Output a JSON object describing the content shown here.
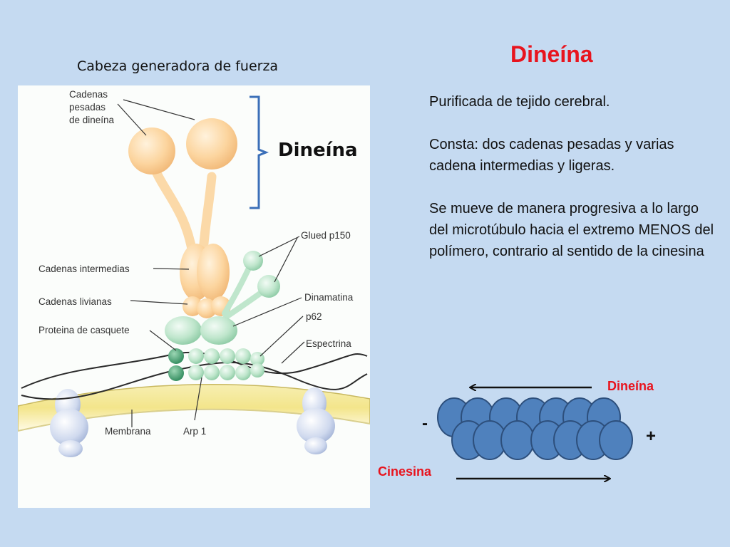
{
  "slide": {
    "title": "Dineína",
    "head_caption": "Cabeza generadora de fuerza",
    "bracket_label": "Dineína"
  },
  "illustration": {
    "labels": {
      "heavy_chains_1": "Cadenas",
      "heavy_chains_2": "pesadas",
      "heavy_chains_3": "de dineína",
      "intermediate_chains": "Cadenas intermedias",
      "light_chains": "Cadenas livianas",
      "cap_protein": "Proteina de casquete",
      "glued": "Glued p150",
      "dynamitin": "Dinamatina",
      "p62": "p62",
      "spectrin": "Espectrina",
      "membrane": "Membrana",
      "arp1": "Arp 1"
    }
  },
  "description": {
    "p1": "Purificada de tejido cerebral.",
    "p2": "Consta: dos cadenas pesadas y varias cadena  intermedias y ligeras.",
    "p3": "Se mueve de manera progresiva a lo largo del microtúbulo hacia el extremo MENOS del polímero, contrario al sentido de  la cinesina"
  },
  "microtubule": {
    "dynein_label": "Dineína",
    "kinesin_label": "Cinesina",
    "minus_label": "-",
    "plus_label": "+"
  },
  "colors": {
    "title_red": "#e8141e",
    "background": "#c5daf1",
    "tubulin_blue": "#4f81bd"
  }
}
